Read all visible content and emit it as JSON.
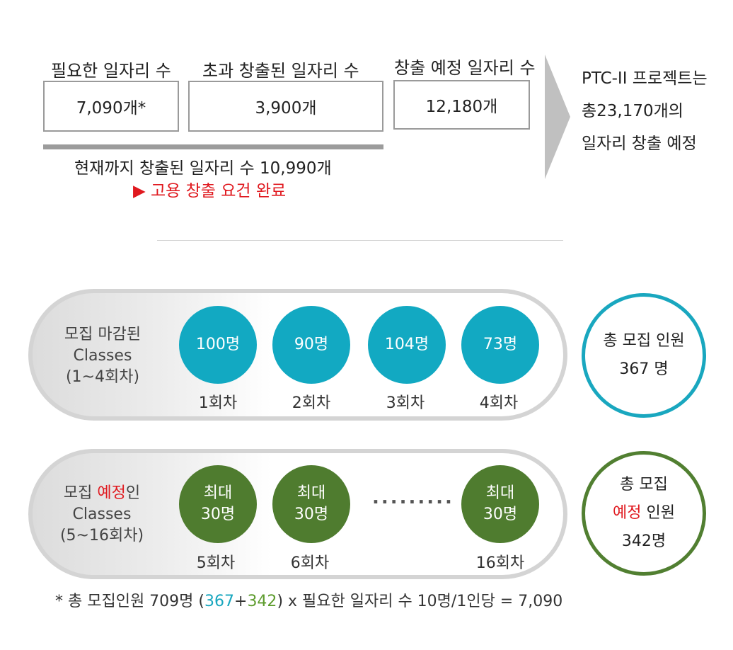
{
  "top": {
    "required": {
      "label": "필요한 일자리 수",
      "value": "7,090개*"
    },
    "exceeded": {
      "label": "초과 창출된 일자리 수",
      "value": "3,900개"
    },
    "planned": {
      "label": "창출 예정 일자리 수",
      "value": "12,180개"
    },
    "created_so_far": "현재까지 창출된 일자리 수  10,990개",
    "requirement_done": "▶ 고용 창출 요건 완료",
    "summary": [
      "PTC-II 프로젝트는",
      "총23,170개의",
      "일자리 창출 예정"
    ]
  },
  "closed_group": {
    "label_line1": "모집 마감된",
    "label_line2": "Classes",
    "label_line3": "(1~4회차)",
    "rounds": [
      {
        "count": "100명",
        "round": "1회차"
      },
      {
        "count": "90명",
        "round": "2회차"
      },
      {
        "count": "104명",
        "round": "3회차"
      },
      {
        "count": "73명",
        "round": "4회차"
      }
    ],
    "total_label": "총 모집 인원",
    "total_value": "367 명"
  },
  "planned_group": {
    "label_prefix": "모집 ",
    "label_highlight": "예정",
    "label_suffix": "인",
    "label_line2": "Classes",
    "label_line3": "(5~16회차)",
    "rounds": [
      {
        "count_line1": "최대",
        "count_line2": "30명",
        "round": "5회차"
      },
      {
        "count_line1": "최대",
        "count_line2": "30명",
        "round": "6회차"
      },
      {
        "count_line1": "최대",
        "count_line2": "30명",
        "round": "16회차"
      }
    ],
    "ellipsis": ".........",
    "total_line1": "총 모집",
    "total_highlight": "예정",
    "total_line2_suffix": " 인원",
    "total_value": "342명"
  },
  "footnote": {
    "prefix": "* 총 모집인원 709명 (",
    "a": "367",
    "plus": "+",
    "b": "342",
    "suffix": ") x 필요한 일자리 수 10명/1인당 = 7,090"
  },
  "colors": {
    "teal": "#12a9c2",
    "green": "#4f7c2f",
    "red": "#e0191f"
  }
}
